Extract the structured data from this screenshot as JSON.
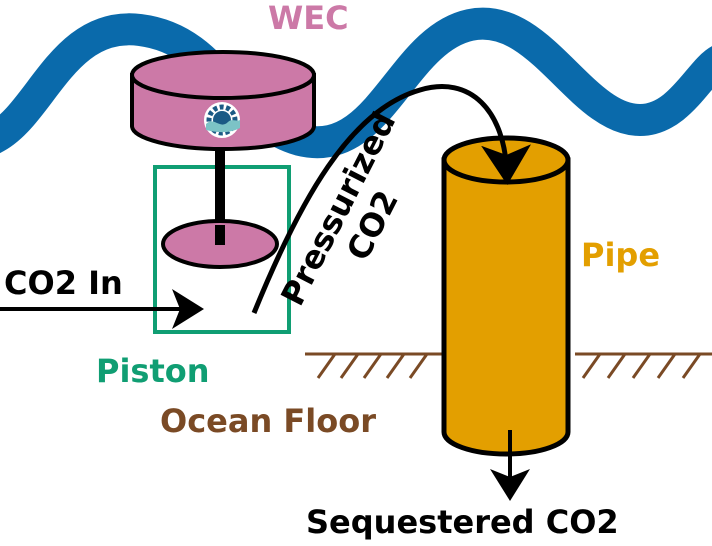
{
  "labels": {
    "wec": "WEC",
    "co2_in": "CO2 In",
    "piston": "Piston",
    "pressurized_line1": "Pressurized",
    "pressurized_line2": "CO2",
    "pipe": "Pipe",
    "ocean_floor": "Ocean Floor",
    "sequestered": "Sequestered CO2"
  },
  "colors": {
    "wave": "#0a6aab",
    "wec": "#cc79a7",
    "piston_box": "#109e73",
    "pipe": "#e39f00",
    "floor": "#7a4a25",
    "ink": "#000000",
    "logo_gear": "#1b5a85",
    "logo_wave": "#7cc3c6"
  },
  "icons": {
    "wec_logo": "gear-wave-logo-icon"
  }
}
